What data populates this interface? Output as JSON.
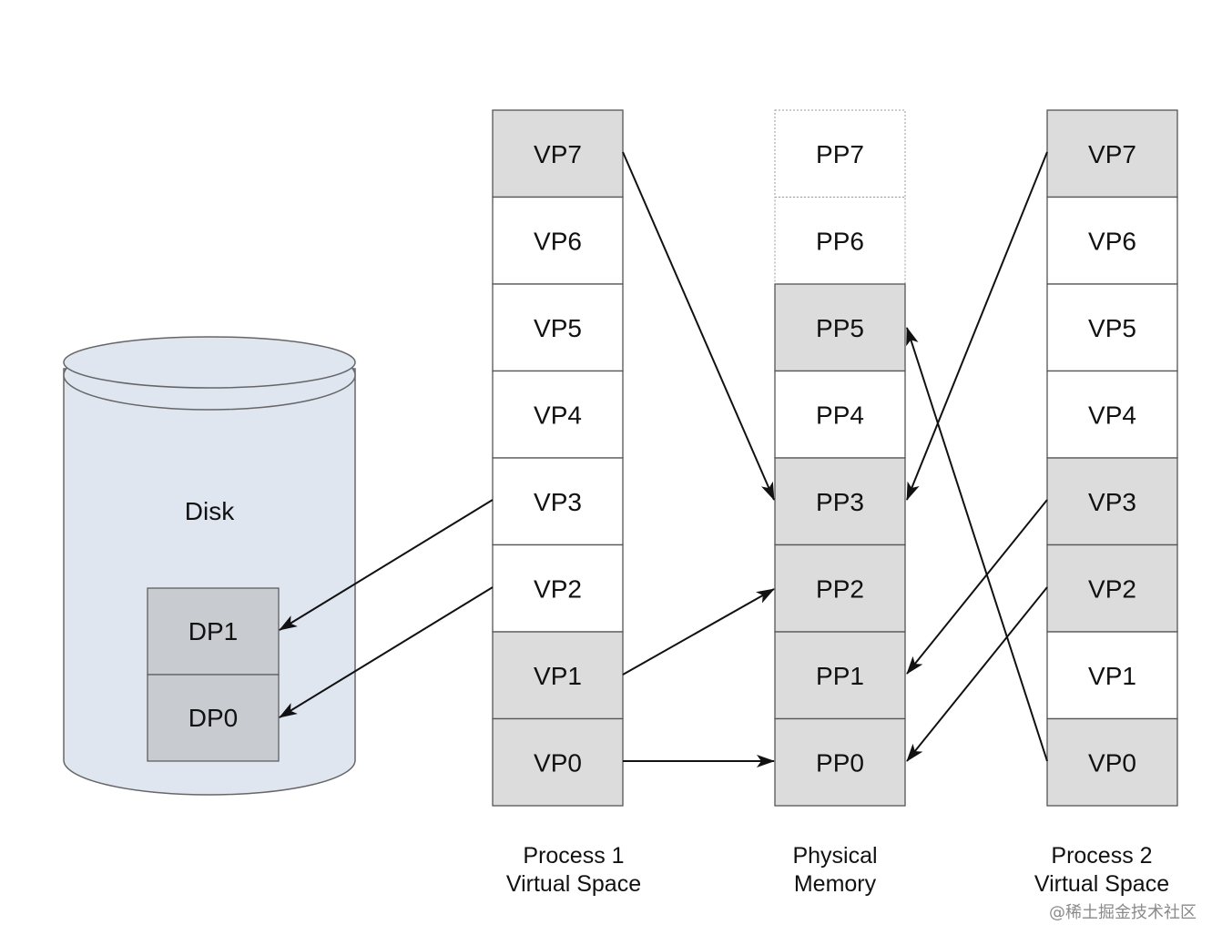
{
  "disk": {
    "label": "Disk",
    "pages": [
      {
        "label": "DP1"
      },
      {
        "label": "DP0"
      }
    ]
  },
  "columns": [
    {
      "id": "process1",
      "caption": [
        "Process 1",
        "Virtual Space"
      ],
      "cells": [
        {
          "label": "VP7",
          "mapped": true
        },
        {
          "label": "VP6",
          "mapped": false
        },
        {
          "label": "VP5",
          "mapped": false
        },
        {
          "label": "VP4",
          "mapped": false
        },
        {
          "label": "VP3",
          "mapped": false
        },
        {
          "label": "VP2",
          "mapped": false
        },
        {
          "label": "VP1",
          "mapped": true
        },
        {
          "label": "VP0",
          "mapped": true
        }
      ]
    },
    {
      "id": "physical",
      "caption": [
        "Physical",
        "Memory"
      ],
      "cells": [
        {
          "label": "PP7",
          "mapped": false,
          "dotted": true
        },
        {
          "label": "PP6",
          "mapped": false,
          "dotted": true
        },
        {
          "label": "PP5",
          "mapped": true
        },
        {
          "label": "PP4",
          "mapped": false
        },
        {
          "label": "PP3",
          "mapped": true
        },
        {
          "label": "PP2",
          "mapped": true
        },
        {
          "label": "PP1",
          "mapped": true
        },
        {
          "label": "PP0",
          "mapped": true
        }
      ]
    },
    {
      "id": "process2",
      "caption": [
        "Process 2",
        "Virtual Space"
      ],
      "cells": [
        {
          "label": "VP7",
          "mapped": true
        },
        {
          "label": "VP6",
          "mapped": false
        },
        {
          "label": "VP5",
          "mapped": false
        },
        {
          "label": "VP4",
          "mapped": false
        },
        {
          "label": "VP3",
          "mapped": true
        },
        {
          "label": "VP2",
          "mapped": true
        },
        {
          "label": "VP1",
          "mapped": false
        },
        {
          "label": "VP0",
          "mapped": true
        }
      ]
    }
  ],
  "mappings": [
    {
      "from": "process1.VP7",
      "to": "physical.PP3"
    },
    {
      "from": "process1.VP1",
      "to": "physical.PP2"
    },
    {
      "from": "process1.VP0",
      "to": "physical.PP0"
    },
    {
      "from": "process1.VP3",
      "to": "disk.DP1"
    },
    {
      "from": "process1.VP2",
      "to": "disk.DP0"
    },
    {
      "from": "process2.VP7",
      "to": "physical.PP3"
    },
    {
      "from": "process2.VP0",
      "to": "physical.PP5"
    },
    {
      "from": "process2.VP3",
      "to": "physical.PP1"
    },
    {
      "from": "process2.VP2",
      "to": "physical.PP0"
    }
  ],
  "watermark": "@稀土掘金技术社区",
  "colors": {
    "mapped_fill": "#dcdcdc",
    "unmapped_fill": "#ffffff",
    "disk_fill": "#dfe6f0",
    "disk_page_fill": "#c8cbd0",
    "stroke": "#555555",
    "arrow": "#111111"
  }
}
